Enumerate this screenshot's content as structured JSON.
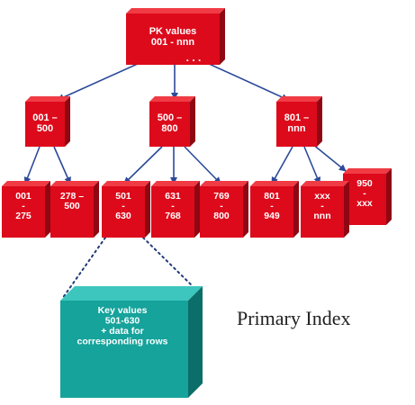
{
  "colors": {
    "node_front": "#dd0a1b",
    "node_top": "#f03b45",
    "node_side": "#8e0712",
    "arrow": "#2c4a9a",
    "data_front": "#15a39b",
    "data_top": "#3cc6be",
    "data_side": "#0c6e69",
    "dotted": "#1f3a78"
  },
  "root": {
    "lines": [
      "PK values",
      "001 - nnn"
    ],
    "dots": ". . ."
  },
  "level1": [
    {
      "lines": [
        "001 –",
        "500"
      ]
    },
    {
      "lines": [
        "500 –",
        "800"
      ]
    },
    {
      "lines": [
        "801 –",
        "nnn"
      ]
    }
  ],
  "leaves": [
    {
      "lines": [
        "001",
        "-",
        "275"
      ]
    },
    {
      "lines": [
        "278 –",
        "500"
      ]
    },
    {
      "lines": [
        "501",
        "-",
        "630"
      ]
    },
    {
      "lines": [
        "631",
        "-",
        "768"
      ]
    },
    {
      "lines": [
        "769",
        "-",
        "800"
      ]
    },
    {
      "lines": [
        "801",
        "-",
        "949"
      ]
    },
    {
      "lines": [
        "950",
        "-",
        "xxx"
      ]
    },
    {
      "lines": [
        "xxx",
        "-",
        "nnn"
      ]
    }
  ],
  "data_block": {
    "lines": [
      "Key values",
      "501-630",
      "+ data for",
      "corresponding rows"
    ]
  },
  "caption": "Primary Index"
}
